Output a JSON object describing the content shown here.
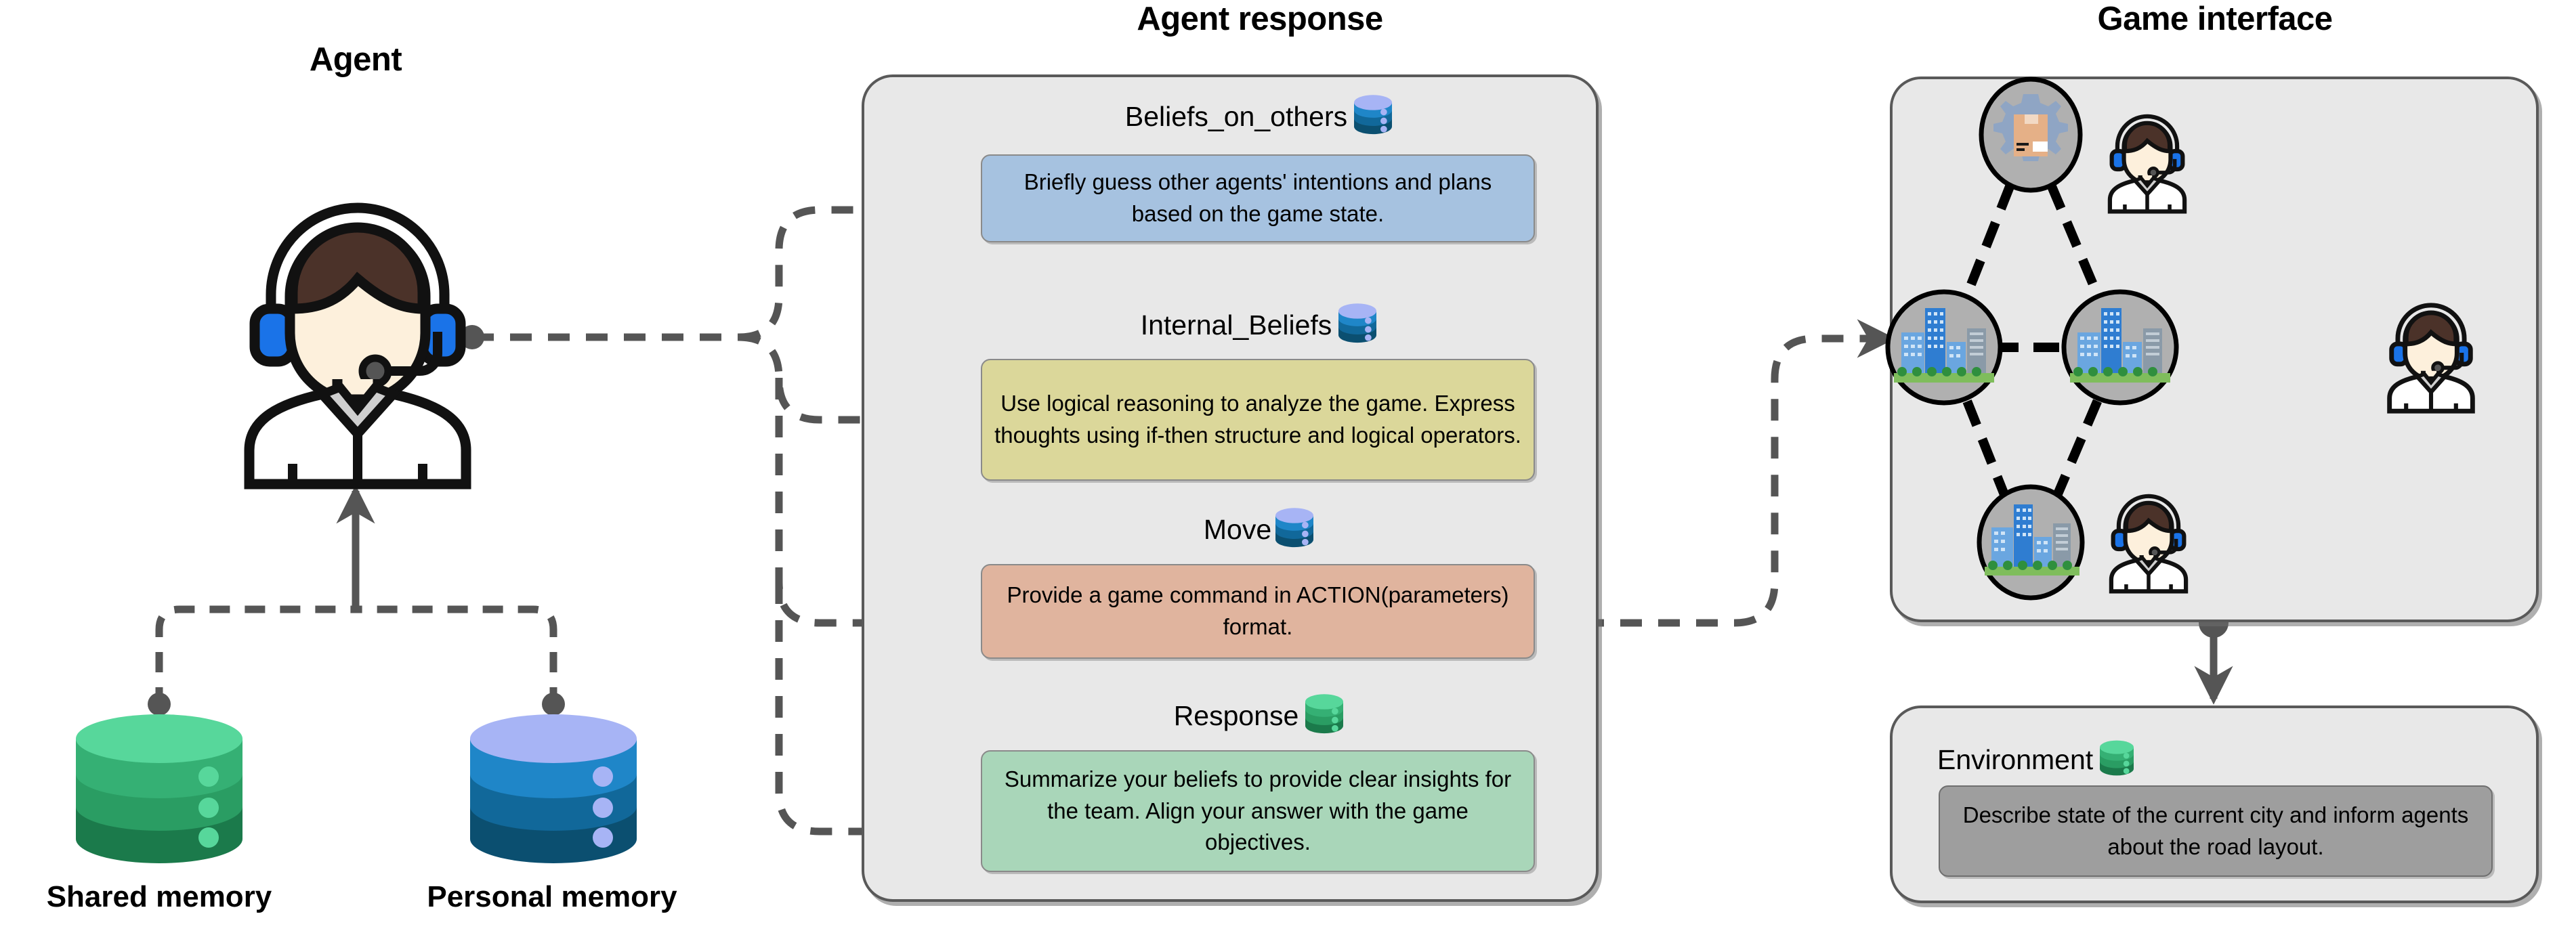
{
  "titles": {
    "agent": "Agent",
    "agent_response": "Agent response",
    "game_interface": "Game interface"
  },
  "memory": {
    "shared": {
      "label": "Shared memory",
      "icon": "database-icon",
      "color": "#34b37a"
    },
    "personal": {
      "label": "Personal memory",
      "icon": "database-icon",
      "color": "#1f86c8"
    }
  },
  "agent_response": {
    "slots": [
      {
        "name": "beliefs_on_others",
        "label": "Beliefs_on_others",
        "icon": "database-icon",
        "icon_color": "blue",
        "text": "Briefly guess other agents' intentions and plans based on the game state.",
        "box_color": "#a6c2e0"
      },
      {
        "name": "internal_beliefs",
        "label": "Internal_Beliefs",
        "icon": "database-icon",
        "icon_color": "blue",
        "text": "Use logical reasoning to analyze the game. Express thoughts using if-then structure and logical operators.",
        "box_color": "#dbd79a"
      },
      {
        "name": "move",
        "label": "Move",
        "icon": "database-icon",
        "icon_color": "blue",
        "text": "Provide a game command in ACTION(parameters) format.",
        "box_color": "#e0b49e"
      },
      {
        "name": "response",
        "label": "Response",
        "icon": "database-icon",
        "icon_color": "green",
        "text": "Summarize your beliefs to provide clear insights for the team. Align your answer with the game objectives.",
        "box_color": "#a9d6b9"
      }
    ]
  },
  "game_interface": {
    "nodes": [
      {
        "name": "node-top",
        "icon": "gear-package-icon"
      },
      {
        "name": "node-left",
        "icon": "city-icon"
      },
      {
        "name": "node-right",
        "icon": "city-icon"
      },
      {
        "name": "node-bottom",
        "icon": "city-icon"
      }
    ],
    "edges": [
      "node-top--node-left",
      "node-top--node-right",
      "node-left--node-right",
      "node-left--node-bottom",
      "node-right--node-bottom"
    ],
    "operators": [
      {
        "name": "operator-top",
        "icon": "headset-person-icon"
      },
      {
        "name": "operator-middle",
        "icon": "headset-person-icon"
      },
      {
        "name": "operator-bottom",
        "icon": "headset-person-icon"
      }
    ]
  },
  "environment": {
    "label": "Environment",
    "icon": "database-icon",
    "icon_color": "green",
    "text": "Describe state of the current city and inform agents about the road layout.",
    "box_color": "#9e9e9e"
  },
  "colors": {
    "panel_bg": "#e8e8e8",
    "panel_border": "#595959",
    "connector": "#555555",
    "node_fill": "#b0b0b0"
  }
}
